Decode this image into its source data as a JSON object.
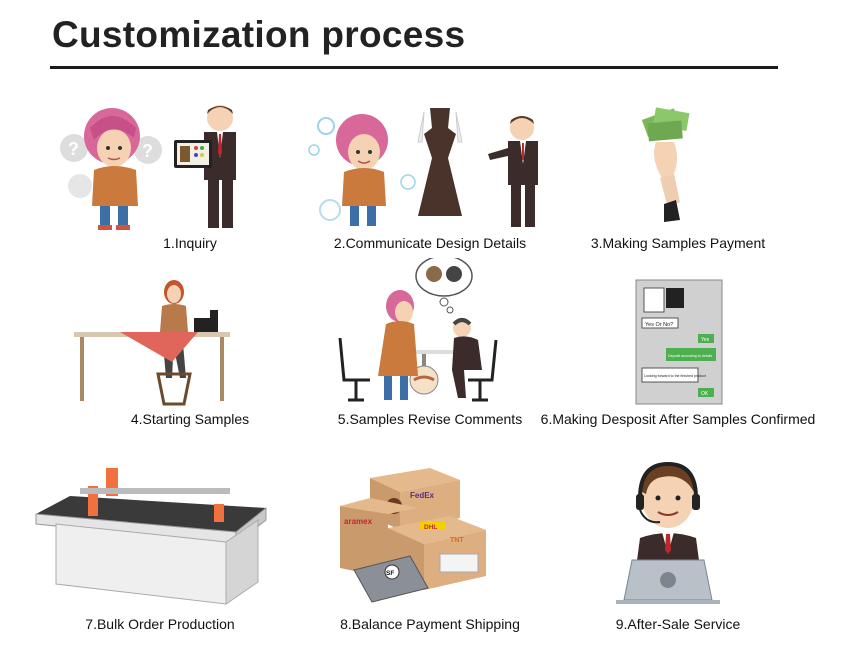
{
  "title": "Customization process",
  "steps": [
    {
      "label": "1.Inquiry",
      "icon": "inquiry-illustration"
    },
    {
      "label": "2.Communicate Design Details",
      "icon": "design-discussion-illustration"
    },
    {
      "label": "3.Making Samples Payment",
      "icon": "money-payment-illustration"
    },
    {
      "label": "4.Starting Samples",
      "icon": "sewing-illustration"
    },
    {
      "label": "5.Samples Revise Comments",
      "icon": "meeting-illustration"
    },
    {
      "label": "6.Making Desposit After Samples Confirmed",
      "icon": "chat-screen-illustration"
    },
    {
      "label": "7.Bulk Order Production",
      "icon": "cutting-machine-illustration"
    },
    {
      "label": "8.Balance Payment Shipping",
      "icon": "shipping-boxes-illustration"
    },
    {
      "label": "9.After-Sale Service",
      "icon": "support-agent-illustration"
    }
  ],
  "chat": {
    "msg1": "Yes Or No?",
    "msg2": "Yes",
    "msg3": "Deposit according to details",
    "msg4": "Looking forward to the finished product",
    "msg5": "OK"
  },
  "boxes": {
    "ups": "ups",
    "fedex": "FedEx",
    "aramex": "aramex",
    "dhl": "DHL",
    "tnt": "TNT",
    "sf": "SF"
  },
  "colors": {
    "hair": "#d8679a",
    "skin": "#f6d2b4",
    "suit": "#3b2c2b",
    "tie": "#c0272d",
    "orange": "#f07040",
    "box": "#d9a87a",
    "chatGreen": "#4caf50"
  }
}
